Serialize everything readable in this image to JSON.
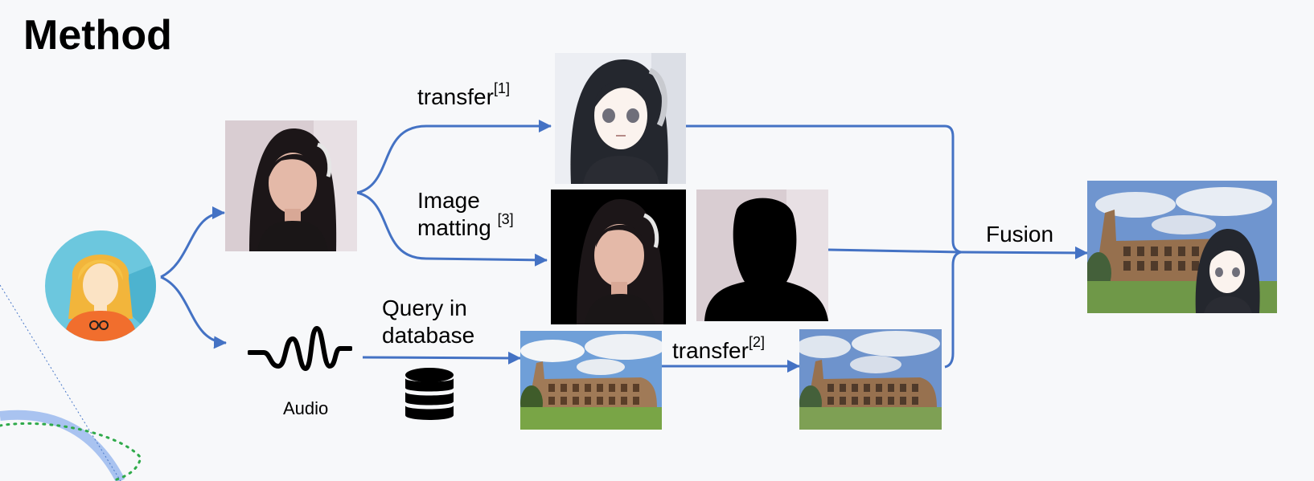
{
  "title": "Method",
  "labels": {
    "transfer1": "transfer",
    "transfer1_ref": "[1]",
    "matting_line1": "Image",
    "matting_line2": "matting",
    "matting_ref": "[3]",
    "query_line1": "Query in",
    "query_line2": "database",
    "transfer2": "transfer",
    "transfer2_ref": "[2]",
    "fusion": "Fusion",
    "audio": "Audio"
  },
  "icons": {
    "user": "user-avatar-icon",
    "audio": "audio-waveform-icon",
    "database": "database-icon"
  },
  "images": {
    "portrait": "portrait-photo",
    "anime": "anime-portrait",
    "matted": "matted-portrait",
    "mask": "background-mask",
    "scene": "colosseum-photo",
    "stylized_scene": "stylized-colosseum",
    "result": "fused-result"
  },
  "colors": {
    "arrow": "#4472c4",
    "background": "#f7f8fa"
  }
}
